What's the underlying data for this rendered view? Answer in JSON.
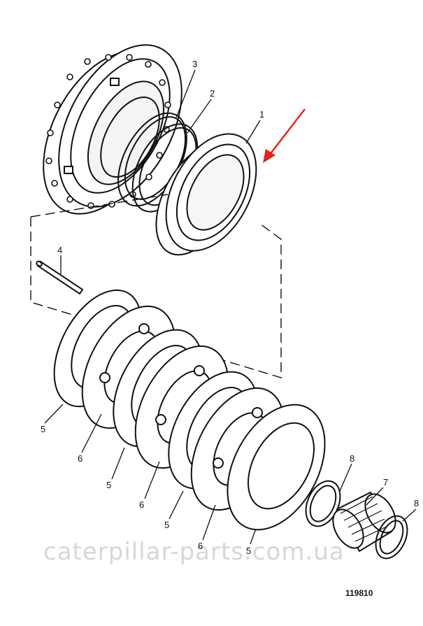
{
  "diagram": {
    "drawing_number": "119810",
    "watermark": "caterpillar-parts.com.ua",
    "callouts": [
      {
        "id": "c1",
        "text": "1"
      },
      {
        "id": "c2",
        "text": "2"
      },
      {
        "id": "c3",
        "text": "3"
      },
      {
        "id": "c4",
        "text": "4"
      },
      {
        "id": "c5a",
        "text": "5"
      },
      {
        "id": "c6a",
        "text": "6"
      },
      {
        "id": "c5b",
        "text": "5"
      },
      {
        "id": "c6b",
        "text": "6"
      },
      {
        "id": "c5c",
        "text": "5"
      },
      {
        "id": "c6c",
        "text": "6"
      },
      {
        "id": "c5d",
        "text": "5"
      },
      {
        "id": "c7",
        "text": "7"
      },
      {
        "id": "c8a",
        "text": "8"
      },
      {
        "id": "c8b",
        "text": "8"
      }
    ],
    "pointer_color": "#e3241b"
  }
}
